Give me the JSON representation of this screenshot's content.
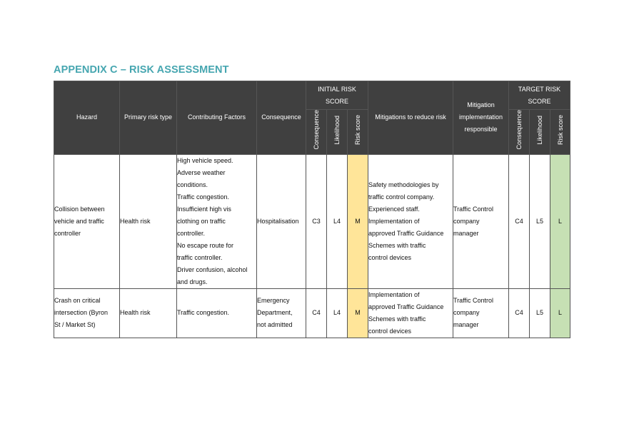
{
  "title": "APPENDIX C – RISK ASSESSMENT",
  "headers": {
    "hazard": "Hazard",
    "primary_risk_type": "Primary risk type",
    "contributing_factors": "Contributing Factors",
    "consequence": "Consequence",
    "initial_score_lines": [
      "INITIAL RISK",
      "SCORE"
    ],
    "mitigations": "Mitigations to reduce risk",
    "mitigation_resp_lines": [
      "Mitigation",
      "implementation",
      "responsible"
    ],
    "target_score_lines": [
      "TARGET RISK",
      "SCORE"
    ],
    "sub_consequence": "Consequence",
    "sub_likelihood": "Likelihood",
    "sub_risk_score": "Risk score"
  },
  "rows": [
    {
      "hazard": [
        "Collision between",
        "vehicle and traffic",
        "controller"
      ],
      "primary_risk_type": [
        "Health risk"
      ],
      "contributing_factors": [
        "High vehicle speed.",
        "Adverse weather",
        "conditions.",
        "Traffic congestion.",
        "Insufficient high vis",
        "clothing on traffic",
        "controller.",
        "No escape route for",
        "traffic controller.",
        "Driver confusion, alcohol",
        "and drugs."
      ],
      "consequence": [
        "Hospitalisation"
      ],
      "initial_consequence": "C3",
      "initial_likelihood": "L4",
      "initial_risk": "M",
      "mitigations": [
        "Safety methodologies by",
        "traffic control company.",
        "Experienced staff.",
        "Implementation of",
        "approved Traffic Guidance",
        "Schemes with traffic",
        "control devices"
      ],
      "responsible": [
        "Traffic Control",
        "company",
        "manager"
      ],
      "target_consequence": "C4",
      "target_likelihood": "L5",
      "target_risk": "L"
    },
    {
      "hazard": [
        "Crash on critical",
        "intersection (Byron",
        "St / Market St)"
      ],
      "primary_risk_type": [
        "Health risk"
      ],
      "contributing_factors": [
        "Traffic congestion."
      ],
      "consequence": [
        "Emergency",
        "Department,",
        "not admitted"
      ],
      "initial_consequence": "C4",
      "initial_likelihood": "L4",
      "initial_risk": "M",
      "mitigations": [
        "Implementation of",
        "approved Traffic Guidance",
        "Schemes with traffic",
        "control devices"
      ],
      "responsible": [
        "Traffic Control",
        "company",
        "manager"
      ],
      "target_consequence": "C4",
      "target_likelihood": "L5",
      "target_risk": "L"
    }
  ],
  "colors": {
    "title": "#46a6b0",
    "header_bg": "#404040",
    "header_text": "#ffffff",
    "initial_risk_fill": "#ffe599",
    "target_risk_fill": "#c6e0b4"
  }
}
